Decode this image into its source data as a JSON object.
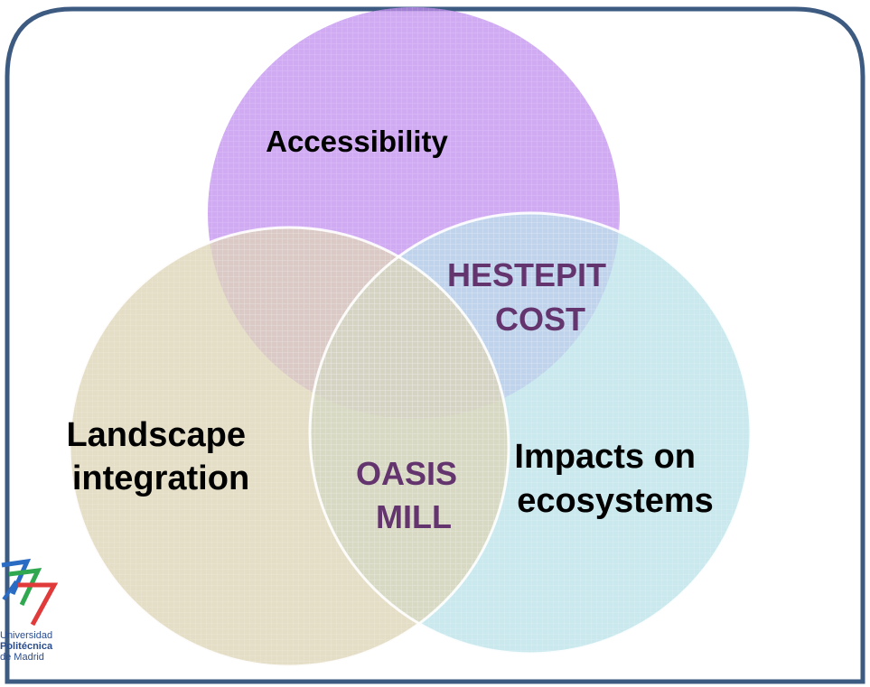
{
  "diagram": {
    "circles": {
      "top": {
        "label": "Accessibility",
        "color": "#c28ef0"
      },
      "left": {
        "label_lines": [
          "Landscape",
          "integration"
        ],
        "color": "#dcd3b4"
      },
      "right": {
        "label_lines": [
          "Impacts on",
          "ecosystems"
        ],
        "color": "#b8e2ea"
      }
    },
    "overlaps": {
      "top_right": {
        "label_lines": [
          "HESTEPIT",
          "COST"
        ],
        "color": "#64346e"
      },
      "center": {
        "label_lines": [
          "OASIS",
          "MILL"
        ],
        "color": "#64346e"
      }
    },
    "frame_color": "#3d5a80"
  },
  "logo": {
    "lines": [
      "Universidad",
      "Politécnica",
      "de Madrid"
    ],
    "colors": [
      "#2a6bc4",
      "#2fa84f",
      "#e03a3a"
    ]
  }
}
